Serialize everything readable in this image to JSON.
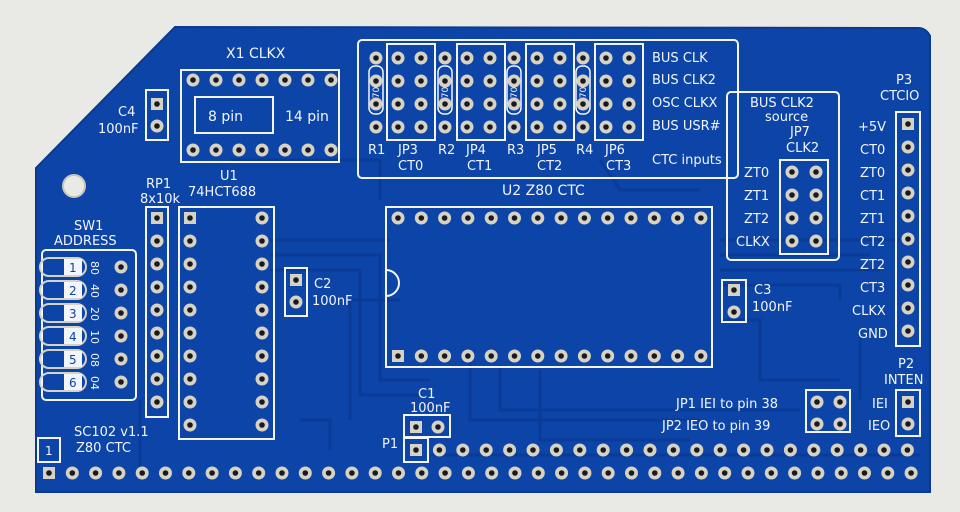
{
  "colors": {
    "background": "#e9e9e6",
    "board": "#0c44a8",
    "trace": "#0a3b96",
    "silkscreen": "#f2f5fb",
    "pad_ring": "#d6d2c4",
    "pad_hole": "#181a1f"
  },
  "board": {
    "title": "SC102 v1.1",
    "subtitle": "Z80 CTC",
    "pin1_label": "1"
  },
  "x1": {
    "label": "X1  CLKX",
    "inner_left": "8 pin",
    "inner_right": "14 pin"
  },
  "c4": {
    "name": "C4",
    "value": "100nF"
  },
  "c2": {
    "name": "C2",
    "value": "100nF"
  },
  "c3": {
    "name": "C3",
    "value": "100nF"
  },
  "c1": {
    "name": "C1",
    "value": "100nF"
  },
  "rp1": {
    "name": "RP1",
    "value": "8x10k"
  },
  "u1": {
    "name": "U1",
    "part": "74HCT688"
  },
  "u2": {
    "label": "U2  Z80 CTC"
  },
  "sw1": {
    "name": "SW1",
    "label": "ADDRESS",
    "switch_numbers": [
      "1",
      "2",
      "3",
      "4",
      "5",
      "6"
    ],
    "values": [
      "80",
      "40",
      "20",
      "10",
      "08",
      "04"
    ]
  },
  "jumpers_top": {
    "resistor_value": "470k",
    "labels_row1": [
      "R1",
      "JP3",
      "R2",
      "JP4",
      "R3",
      "JP5",
      "R4",
      "JP6"
    ],
    "labels_row2": [
      "CT0",
      "CT1",
      "CT2",
      "CT3"
    ],
    "options": [
      "BUS CLK",
      "BUS CLK2",
      "OSC CLKX",
      "BUS USR#"
    ],
    "caption": "CTC inputs"
  },
  "jp7": {
    "title_line1": "BUS CLK2",
    "title_line2": "source",
    "name": "JP7",
    "subtitle": "CLK2",
    "rows": [
      "ZT0",
      "ZT1",
      "ZT2",
      "CLKX"
    ]
  },
  "p3": {
    "name": "P3",
    "title": "CTCIO",
    "pins": [
      "+5V",
      "CT0",
      "ZT0",
      "CT1",
      "ZT1",
      "CT2",
      "ZT2",
      "CT3",
      "CLKX",
      "GND"
    ]
  },
  "p2": {
    "name": "P2",
    "title": "INTEN",
    "pins": [
      "IEI",
      "IEO"
    ]
  },
  "p1": {
    "name": "P1"
  },
  "jp_iei": {
    "line1": "JP1 IEI to pin 38",
    "line2": "JP2 IEO to pin 39"
  }
}
